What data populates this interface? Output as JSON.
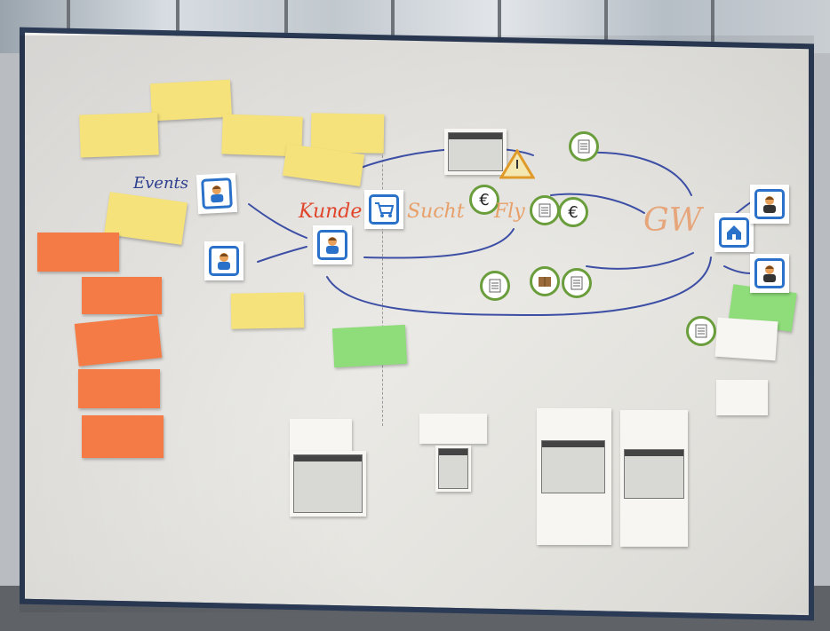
{
  "board_words": {
    "kunde": "Kunde",
    "sucht": "Sucht",
    "fly": "Fly",
    "gw": "GW",
    "events": "Events"
  },
  "colors": {
    "board_frame": "#2b3a55",
    "sticky_yellow": "#f6e27a",
    "sticky_orange": "#f47b45",
    "sticky_green": "#8fdc7a",
    "icon_frame_blue": "#2a72c9",
    "coin_ring_green": "#6a9d3c",
    "ink_blue": "#2d3f8f",
    "ink_red": "#e0452c"
  },
  "icons": {
    "person": "person-icon",
    "cart": "shopping-cart-icon",
    "house": "house-icon",
    "euro": "euro-coin-icon",
    "document": "document-icon",
    "warning": "warning-triangle-icon",
    "box": "package-icon"
  }
}
